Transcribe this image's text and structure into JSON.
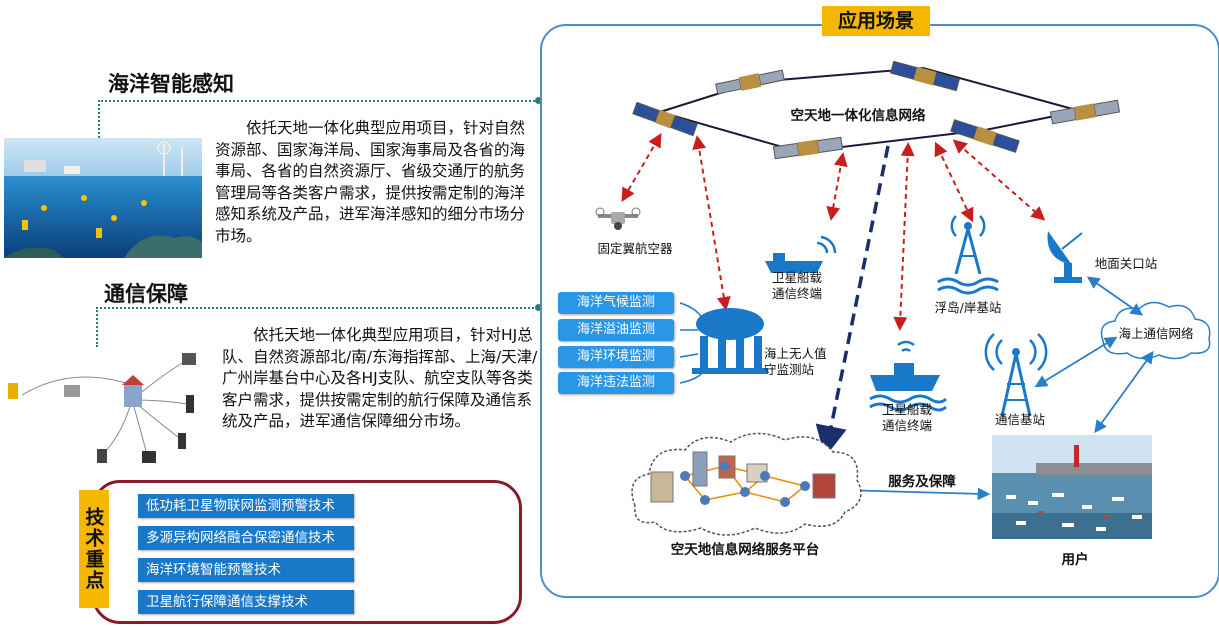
{
  "left": {
    "section1": {
      "heading": "海洋智能感知",
      "paragraph": "依托天地一体化典型应用项目，针对自然资源部、国家海洋局、国家海事局及各省的海事局、各省的自然资源厅、省级交通厅的航务管理局等各类客户需求，提供按需定制的海洋感知系统及产品，进军海洋感知的细分市场分市场。"
    },
    "section2": {
      "heading": "通信保障",
      "paragraph": "依托天地一体化典型应用项目，针对HJ总队、自然资源部北/南/东海指挥部、上海/天津/广州岸基台中心及各HJ支队、航空支队等各类客户需求，提供按需定制的航行保障及通信系统及产品，进军通信保障细分市场。"
    },
    "tech": {
      "label": "技术重点",
      "items": [
        "低功耗卫星物联网监测预警技术",
        "多源异构网络融合保密通信技术",
        "海洋环境智能预警技术",
        "卫星航行保障通信支撑技术"
      ]
    }
  },
  "scene": {
    "title": "应用场景",
    "network_label": "空天地一体化信息网络",
    "fixed_wing": "固定翼航空器",
    "ship_terminal_1": "卫星船载\n通信终端",
    "buoy_station": "浮岛/岸基站",
    "gateway_station": "地面关口站",
    "monitor_station": "海上无人值\n守监测站",
    "monitor_items": [
      "海洋气候监测",
      "海洋溢油监测",
      "海洋环境监测",
      "海洋违法监测"
    ],
    "ship_terminal_2": "卫星船载\n通信终端",
    "base_station": "通信基站",
    "maritime_network": "海上通信网络",
    "service_label": "服务及保障",
    "platform_label": "空天地信息网络服务平台",
    "user_label": "用户"
  },
  "colors": {
    "accent_yellow": "#f5b700",
    "box_blue": "#1a78c8",
    "monitor_blue": "#2a96e6",
    "frame_blue": "#4a8ed0",
    "tech_border": "#8b1a2b",
    "dashed_red": "#c81e1e",
    "dashed_navy": "#1a2e6b"
  }
}
